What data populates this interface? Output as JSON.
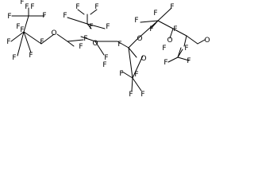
{
  "molecule": {
    "atoms": [
      {
        "label": "F"
      },
      {
        "label": "F"
      },
      {
        "label": "F"
      },
      {
        "label": "F"
      },
      {
        "label": "F"
      },
      {
        "label": "O"
      },
      {
        "label": "F"
      },
      {
        "label": "F"
      },
      {
        "label": "F"
      },
      {
        "label": "F"
      },
      {
        "label": "F"
      },
      {
        "label": "F"
      },
      {
        "label": "F"
      },
      {
        "label": "O"
      },
      {
        "label": "F"
      },
      {
        "label": "O"
      },
      {
        "label": "F"
      },
      {
        "label": "F"
      },
      {
        "label": "F"
      },
      {
        "label": "F"
      },
      {
        "label": "F"
      },
      {
        "label": "F"
      },
      {
        "label": "F"
      },
      {
        "label": "F"
      },
      {
        "label": "O"
      },
      {
        "label": "F"
      },
      {
        "label": "F"
      },
      {
        "label": "F"
      },
      {
        "label": "F"
      },
      {
        "label": "O"
      },
      {
        "label": "O"
      },
      {
        "label": "F"
      },
      {
        "label": "F"
      },
      {
        "label": "F"
      },
      {
        "label": "F"
      },
      {
        "label": "F"
      },
      {
        "label": "F"
      },
      {
        "label": "F"
      },
      {
        "label": "F"
      },
      {
        "label": "F"
      }
    ]
  }
}
